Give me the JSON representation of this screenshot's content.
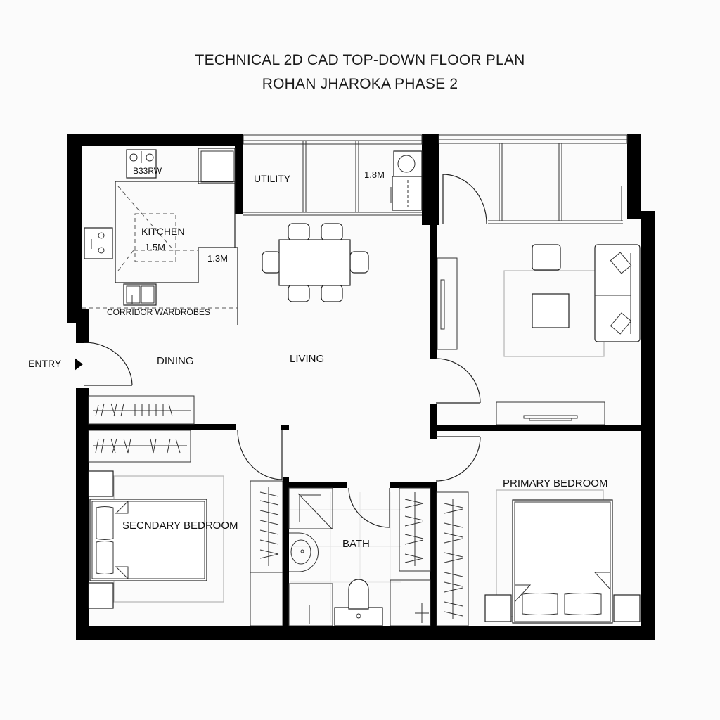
{
  "header": {
    "title_line1": "TECHNICAL 2D CAD TOP-DOWN FLOOR PLAN",
    "title_line2": "ROHAN JHAROKA PHASE 2"
  },
  "rooms": {
    "kitchen": {
      "label": "KITCHEN",
      "dim": "1.5M"
    },
    "kitchen_counter_dim": "1.3M",
    "hob_label": "B33RW",
    "corridor": {
      "label": "CORRIDOR WARDROBES"
    },
    "utility": {
      "label": "UTILITY",
      "dim": "1.8M"
    },
    "entry": {
      "label": "ENTRY"
    },
    "dining": {
      "label": "DINING"
    },
    "living": {
      "label": "LIVING"
    },
    "secondary_bedroom": {
      "label": "SECNDARY BEDROOM"
    },
    "bath": {
      "label": "BATH"
    },
    "primary_bedroom": {
      "label": "PRIMARY BEDROOM"
    }
  },
  "icons": {
    "entry_arrow": "triangle-right"
  },
  "colors": {
    "wall": "#000000",
    "line": "#222222",
    "rug": "#b5b5b5",
    "background": "#fbfbfb"
  }
}
